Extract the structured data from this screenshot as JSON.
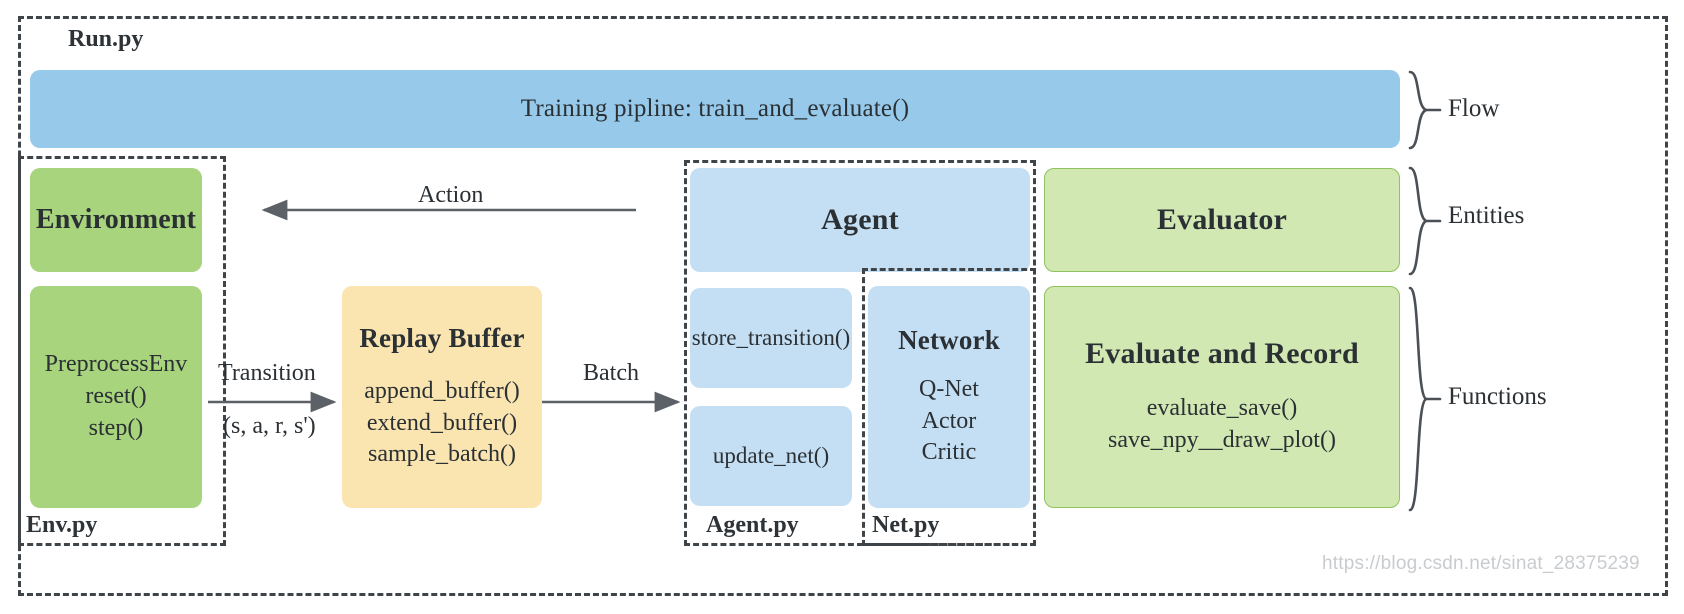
{
  "diagram": {
    "title": "Run.py",
    "watermark": "https://blog.csdn.net/sinat_28375239"
  },
  "containers": {
    "run": {
      "label": "Run.py"
    },
    "env": {
      "label": "Env.py"
    },
    "agent": {
      "label": "Agent.py"
    },
    "net": {
      "label": "Net.py"
    }
  },
  "flow_bar": {
    "label": "Training pipline: train_and_evaluate()"
  },
  "boxes": {
    "environment": {
      "title": "Environment"
    },
    "preprocess_env": {
      "lines": "PreprocessEnv\nreset()\nstep()"
    },
    "replay_buffer": {
      "title": "Replay Buffer",
      "lines": "append_buffer()\nextend_buffer()\nsample_batch()"
    },
    "agent": {
      "title": "Agent"
    },
    "store_transition": {
      "label": "store_transition()"
    },
    "update_net": {
      "label": "update_net()"
    },
    "network": {
      "title": "Network",
      "lines": "Q-Net\nActor\nCritic"
    },
    "evaluator": {
      "title": "Evaluator"
    },
    "evaluate_and_record": {
      "title": "Evaluate and Record",
      "lines": "evaluate_save()\nsave_npy__draw_plot()"
    }
  },
  "arrows": {
    "action": {
      "label": "Action",
      "direction": "right-to-left"
    },
    "transition": {
      "label": "Transition",
      "sublabel": "(s, a, r, s')",
      "direction": "left-to-right"
    },
    "batch": {
      "label": "Batch",
      "direction": "left-to-right"
    }
  },
  "groups": [
    {
      "label": "Flow"
    },
    {
      "label": "Entities"
    },
    {
      "label": "Functions"
    }
  ],
  "colors": {
    "blue_dark": "#96c9ea",
    "blue_light": "#c4dff4",
    "green_dark": "#a7d47c",
    "green_light": "#d1e8b3",
    "yellow": "#fae5b0",
    "stroke": "#3f4448",
    "text": "#2b3034"
  }
}
